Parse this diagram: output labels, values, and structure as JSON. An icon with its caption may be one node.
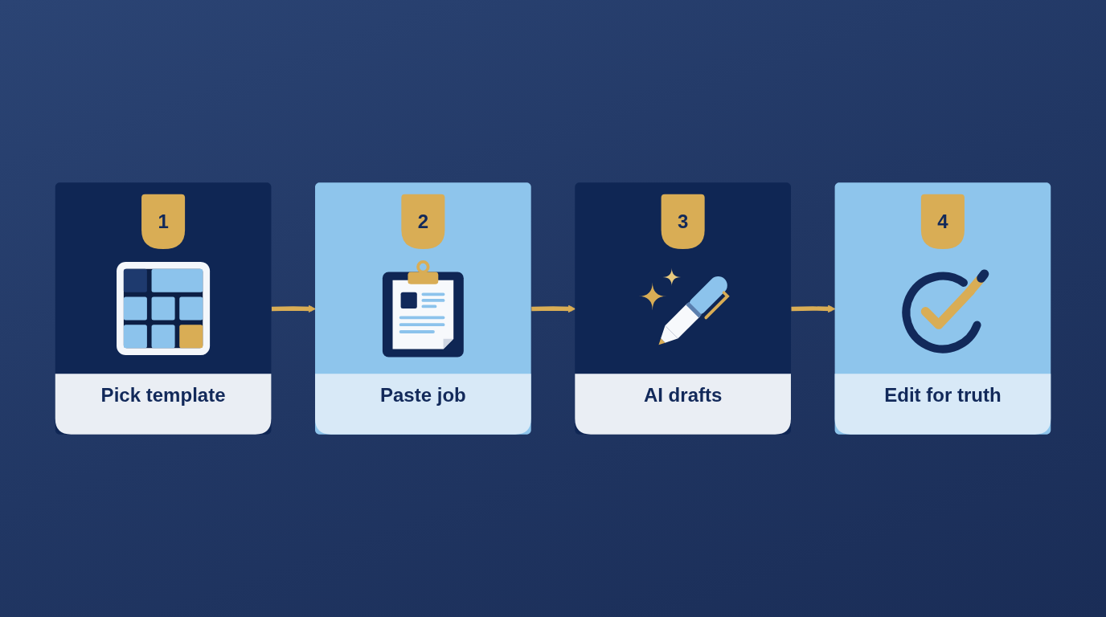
{
  "diagram": {
    "nodes": [
      {
        "text": [
          "1",
          "Pick template"
        ]
      },
      {
        "text": [
          "2",
          "Paste job"
        ]
      },
      {
        "text": [
          "3",
          "AI drafts"
        ]
      },
      {
        "text": [
          "4",
          "Edit for truth"
        ]
      }
    ],
    "edges": [
      {
        "from": 0,
        "to": 1,
        "arrow": "to"
      },
      {
        "from": 1,
        "to": 2,
        "arrow": "to"
      },
      {
        "from": 2,
        "to": 3,
        "arrow": "to"
      }
    ]
  }
}
